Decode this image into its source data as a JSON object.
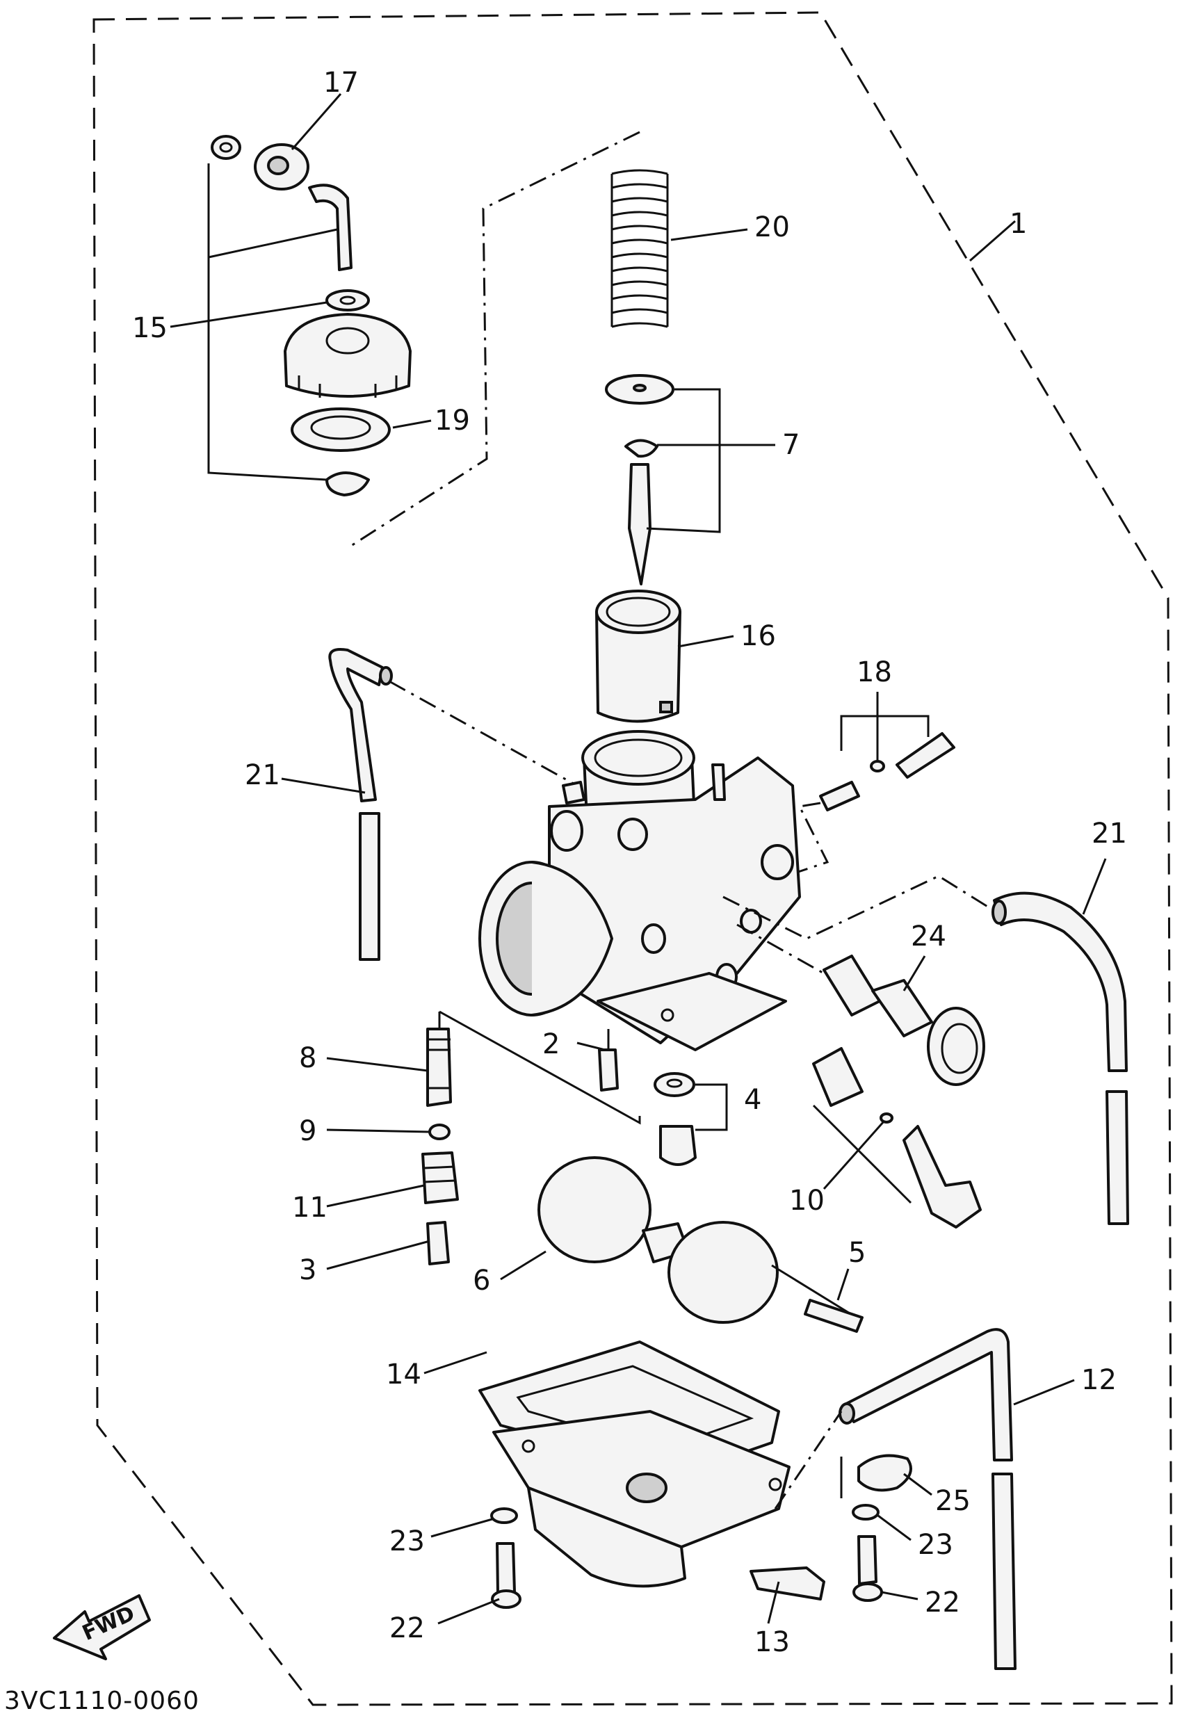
{
  "drawing_code": "3VC1110-0060",
  "fwd_label": "FWD",
  "callouts": [
    {
      "id": "c1",
      "text": "1"
    },
    {
      "id": "c2",
      "text": "2"
    },
    {
      "id": "c3",
      "text": "3"
    },
    {
      "id": "c4",
      "text": "4"
    },
    {
      "id": "c5",
      "text": "5"
    },
    {
      "id": "c6",
      "text": "6"
    },
    {
      "id": "c7",
      "text": "7"
    },
    {
      "id": "c8",
      "text": "8"
    },
    {
      "id": "c9",
      "text": "9"
    },
    {
      "id": "c10",
      "text": "10"
    },
    {
      "id": "c11",
      "text": "11"
    },
    {
      "id": "c12",
      "text": "12"
    },
    {
      "id": "c13",
      "text": "13"
    },
    {
      "id": "c14",
      "text": "14"
    },
    {
      "id": "c15",
      "text": "15"
    },
    {
      "id": "c16",
      "text": "16"
    },
    {
      "id": "c17",
      "text": "17"
    },
    {
      "id": "c18",
      "text": "18"
    },
    {
      "id": "c19",
      "text": "19"
    },
    {
      "id": "c20",
      "text": "20"
    },
    {
      "id": "c21a",
      "text": "21"
    },
    {
      "id": "c21b",
      "text": "21"
    },
    {
      "id": "c22a",
      "text": "22"
    },
    {
      "id": "c22b",
      "text": "22"
    },
    {
      "id": "c23a",
      "text": "23"
    },
    {
      "id": "c23b",
      "text": "23"
    },
    {
      "id": "c24",
      "text": "24"
    },
    {
      "id": "c25",
      "text": "25"
    }
  ]
}
